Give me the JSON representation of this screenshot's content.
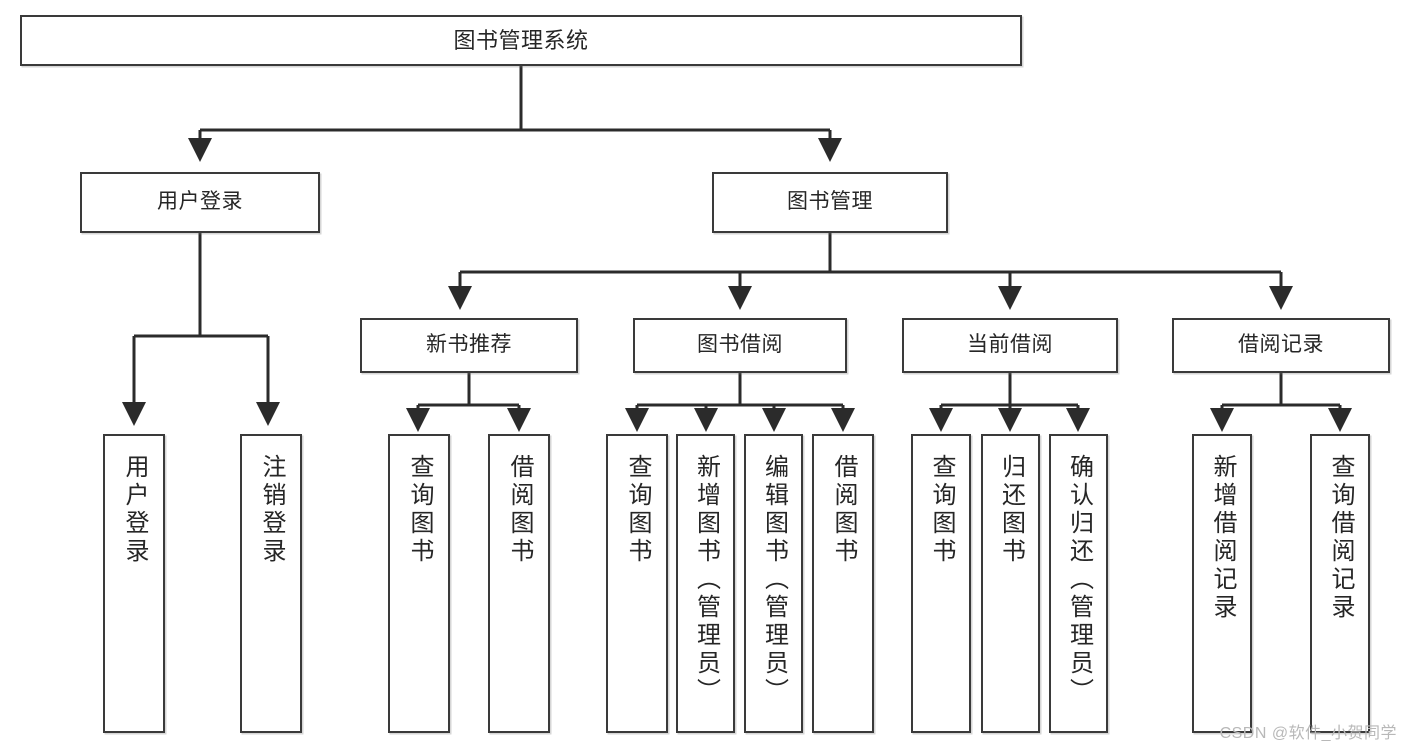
{
  "diagram": {
    "title": "图书管理系统",
    "watermark": "CSDN @软件_小贺同学",
    "style": {
      "box_border_color": "#3a3a3a",
      "box_fill": "#ffffff",
      "line_color": "#2b2b2b",
      "text_color": "#262626",
      "watermark_color": "#b8b8b8",
      "background": "#ffffff"
    },
    "nodes": {
      "root": "图书管理系统",
      "level1": [
        "用户登录",
        "图书管理"
      ],
      "level2": [
        "新书推荐",
        "图书借阅",
        "当前借阅",
        "借阅记录"
      ],
      "leaves": {
        "user_login": [
          "用户登录",
          "注销登录"
        ],
        "new_book_recommend": [
          "查询图书",
          "借阅图书"
        ],
        "book_borrow": [
          "查询图书",
          "新增图书（管理员）",
          "编辑图书（管理员）",
          "借阅图书"
        ],
        "current_borrow": [
          "查询图书",
          "归还图书",
          "确认归还（管理员）"
        ],
        "borrow_record": [
          "新增借阅记录",
          "查询借阅记录"
        ]
      }
    },
    "tree": [
      {
        "label": "图书管理系统",
        "children": [
          {
            "label": "用户登录",
            "children": [
              {
                "label": "用户登录"
              },
              {
                "label": "注销登录"
              }
            ]
          },
          {
            "label": "图书管理",
            "children": [
              {
                "label": "新书推荐",
                "children": [
                  {
                    "label": "查询图书"
                  },
                  {
                    "label": "借阅图书"
                  }
                ]
              },
              {
                "label": "图书借阅",
                "children": [
                  {
                    "label": "查询图书"
                  },
                  {
                    "label": "新增图书（管理员）"
                  },
                  {
                    "label": "编辑图书（管理员）"
                  },
                  {
                    "label": "借阅图书"
                  }
                ]
              },
              {
                "label": "当前借阅",
                "children": [
                  {
                    "label": "查询图书"
                  },
                  {
                    "label": "归还图书"
                  },
                  {
                    "label": "确认归还（管理员）"
                  }
                ]
              },
              {
                "label": "借阅记录",
                "children": [
                  {
                    "label": "新增借阅记录"
                  },
                  {
                    "label": "查询借阅记录"
                  }
                ]
              }
            ]
          }
        ]
      }
    ]
  }
}
